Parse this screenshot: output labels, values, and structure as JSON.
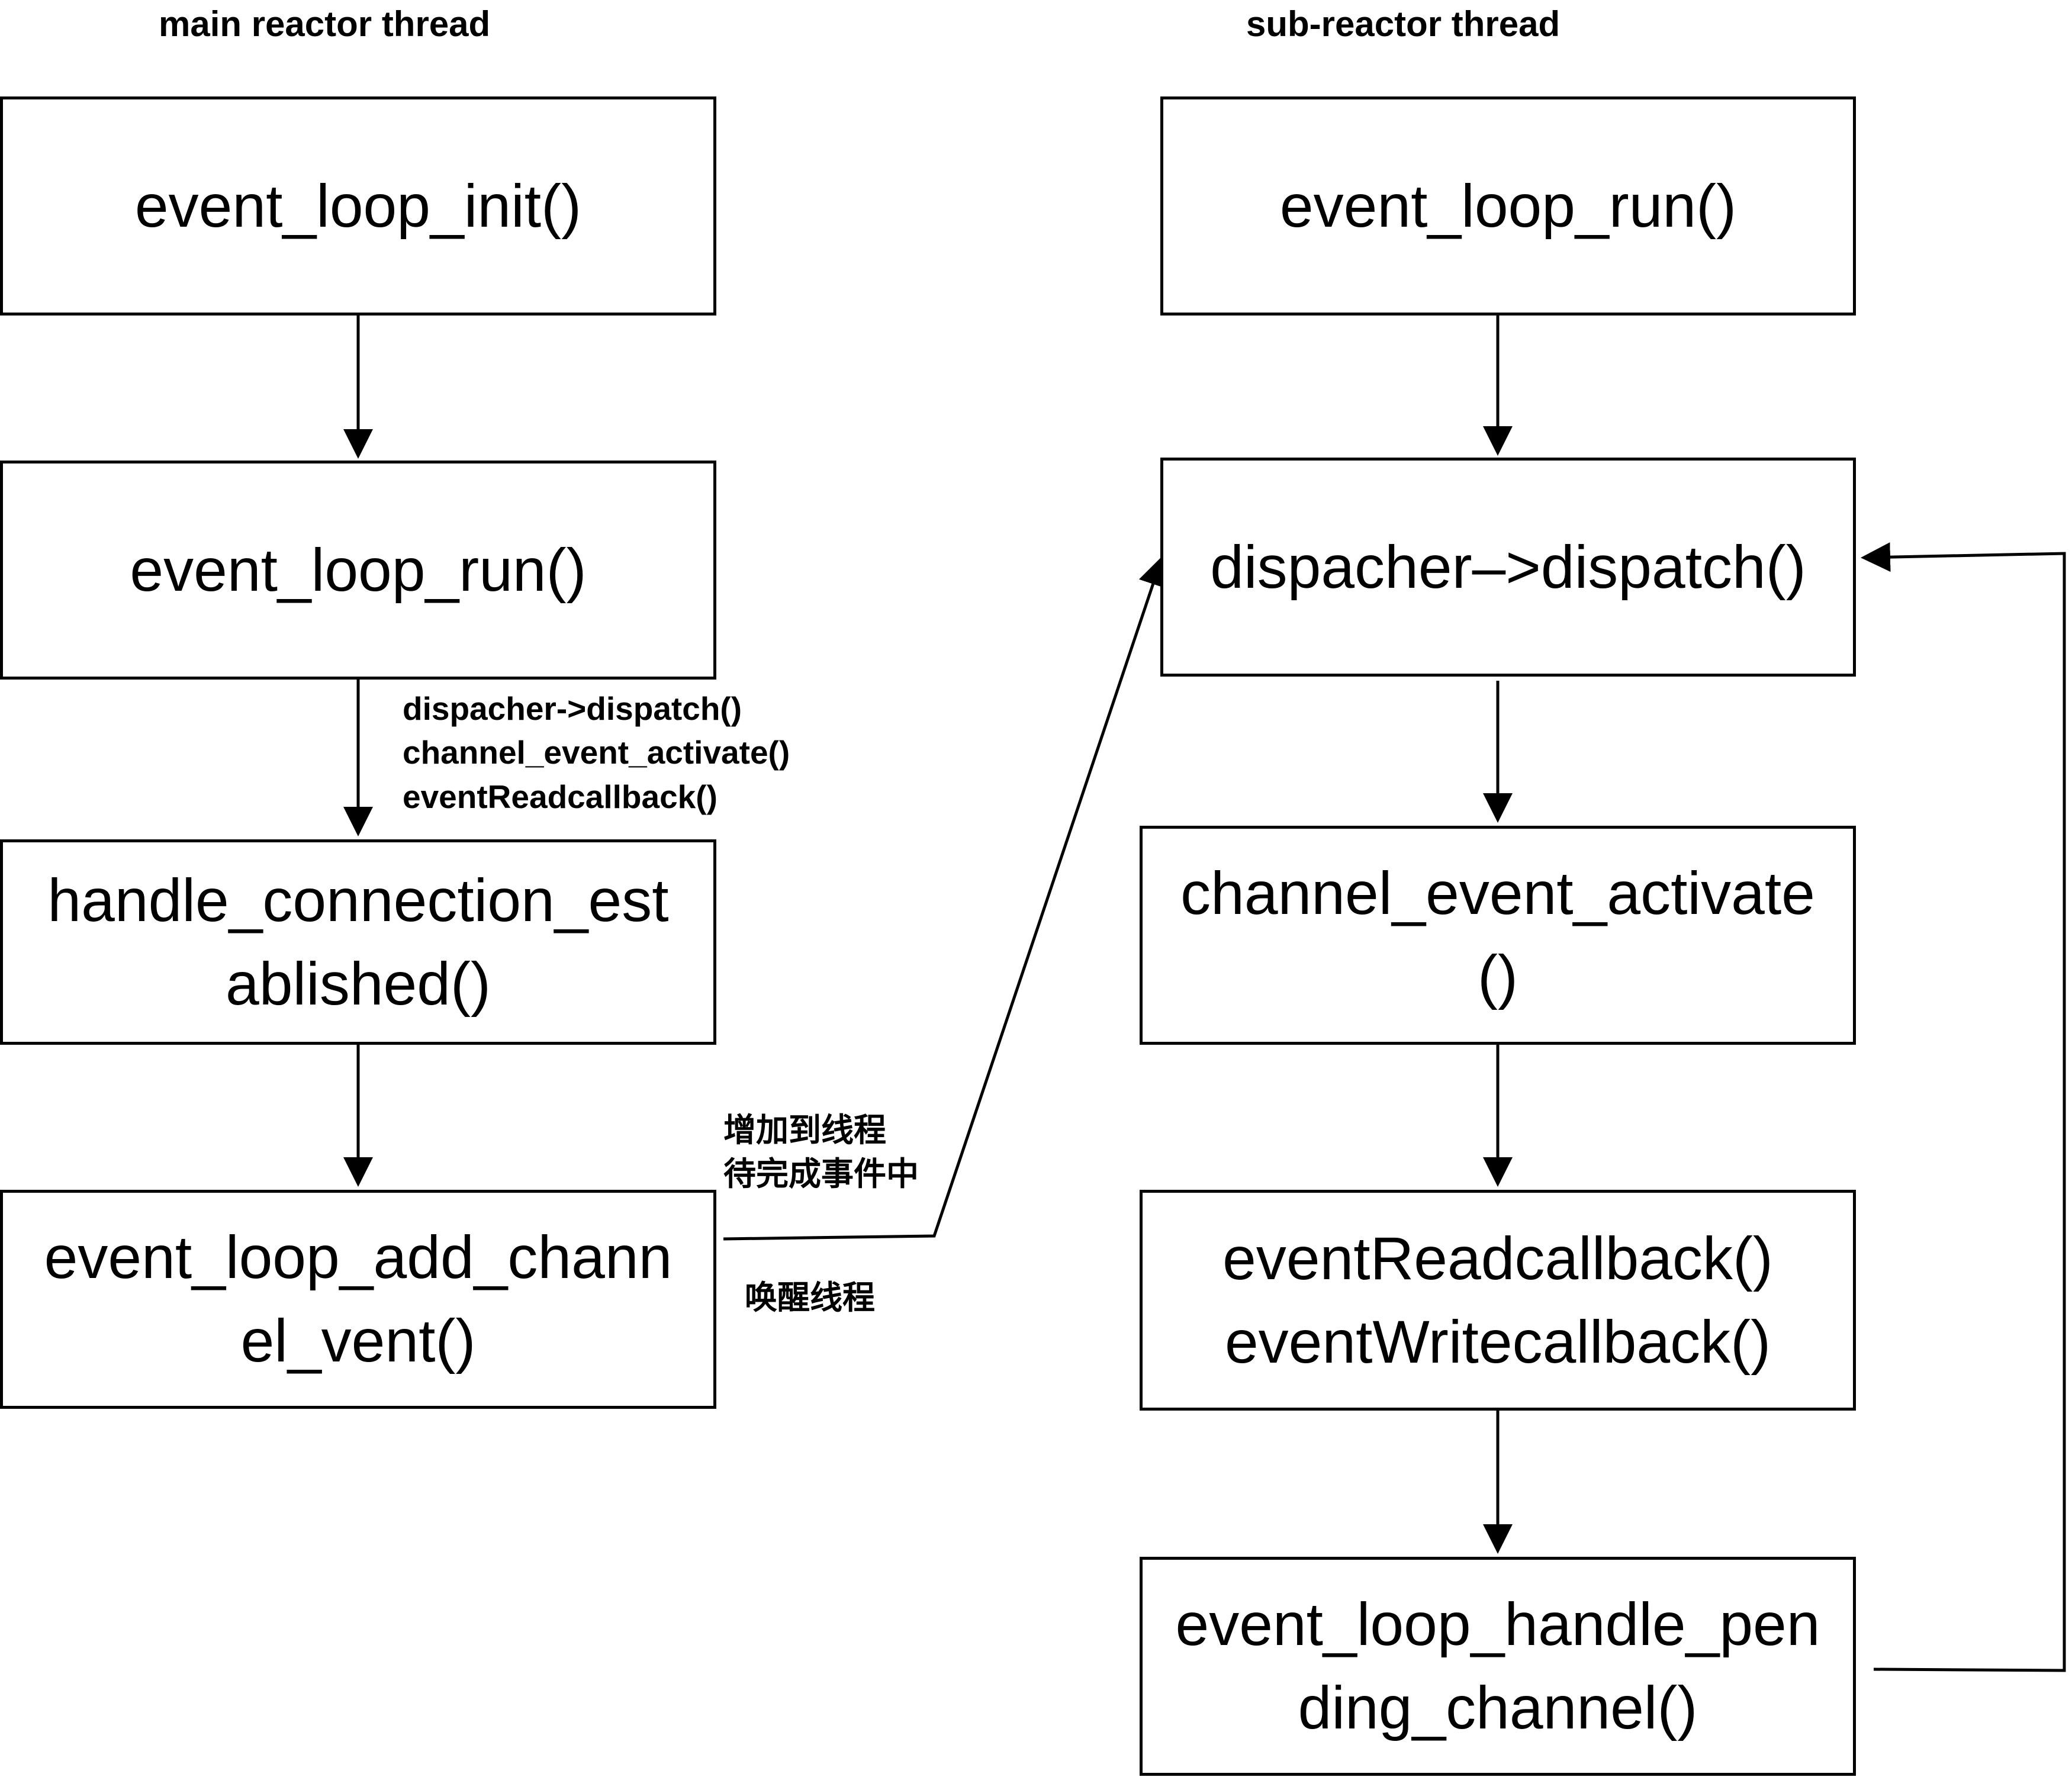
{
  "headers": {
    "main": "main reactor thread",
    "sub": "sub-reactor thread"
  },
  "main_nodes": [
    "event_loop_init()",
    "event_loop_run()",
    "handle_connection_est\nablished()",
    "event_loop_add_chann\nel_vent()"
  ],
  "sub_nodes": [
    "event_loop_run()",
    "dispacher–>dispatch()",
    "channel_event_activate\n()",
    "eventReadcallback()\neventWritecallback()",
    "event_loop_handle_pen\nding_channel()"
  ],
  "notes": {
    "dispatch_chain": "dispacher->dispatch()\nchannel_event_activate()\neventReadcallback()",
    "add_to_thread": "增加到线程\n待完成事件中",
    "wake_thread": "唤醒线程"
  }
}
